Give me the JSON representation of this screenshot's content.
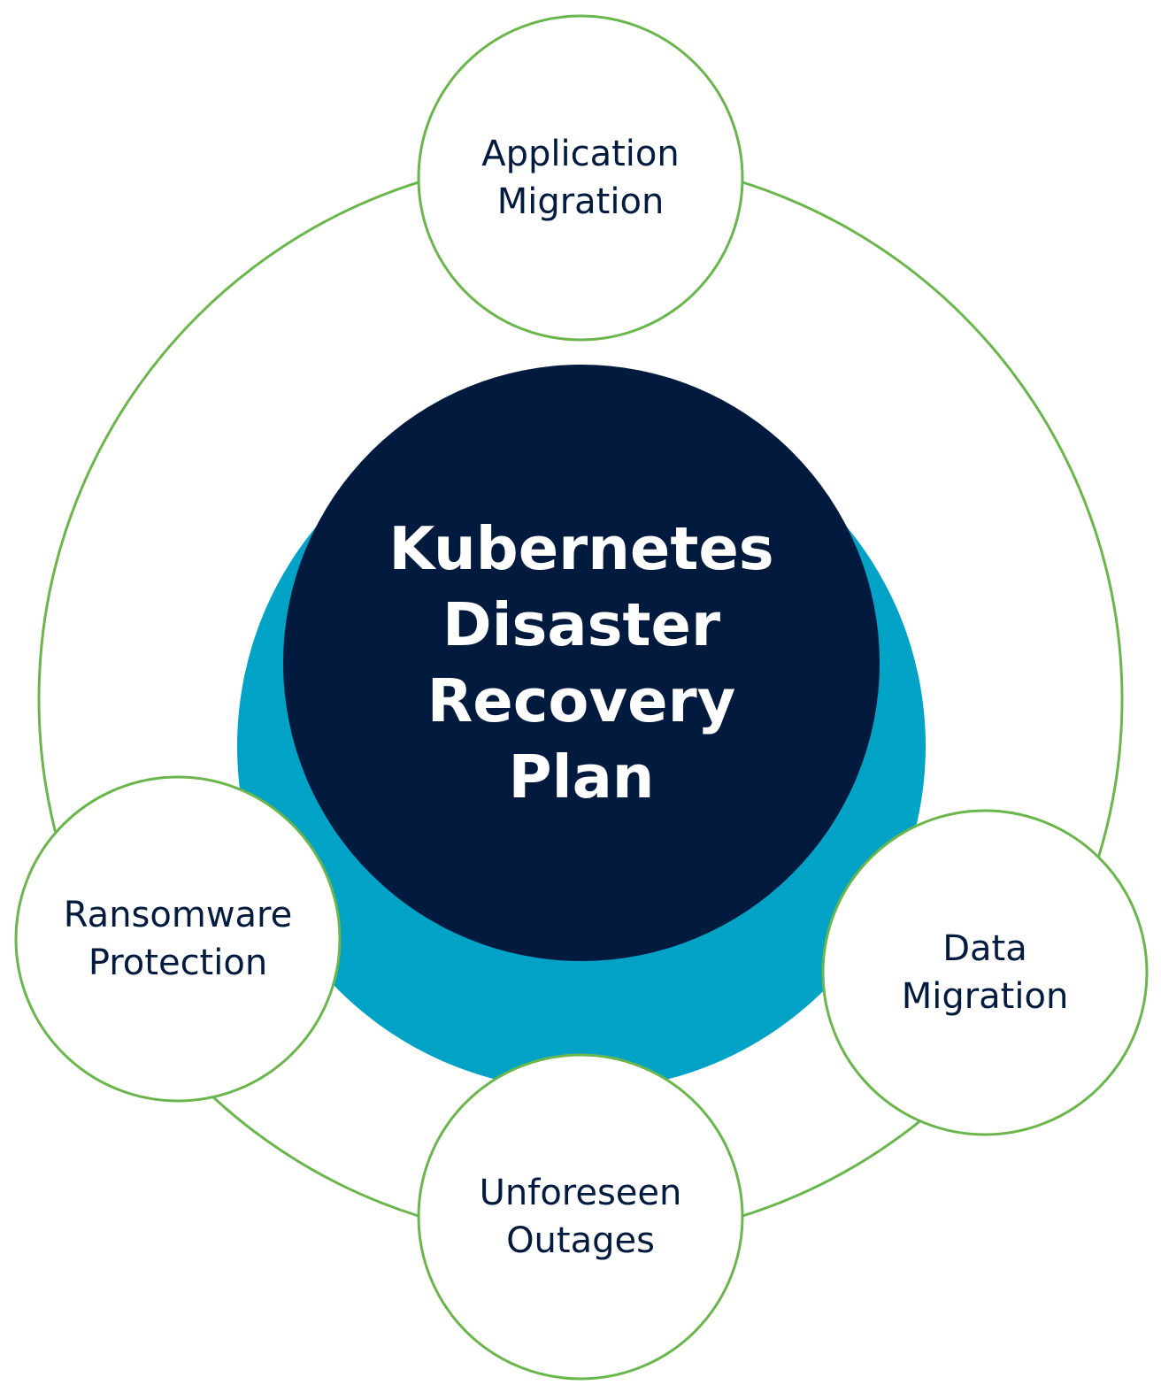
{
  "colors": {
    "navy": "#031a3f",
    "teal": "#00a2c6",
    "ring_green": "#6ab64c",
    "node_fill": "#ffffff"
  },
  "center": {
    "lines": [
      "Kubernetes",
      "Disaster",
      "Recovery",
      "Plan"
    ]
  },
  "nodes": {
    "top": {
      "lines": [
        "Application",
        "Migration"
      ]
    },
    "left": {
      "lines": [
        "Ransomware",
        "Protection"
      ]
    },
    "right": {
      "lines": [
        "Data",
        "Migration"
      ]
    },
    "bottom": {
      "lines": [
        "Unforeseen",
        "Outages"
      ]
    }
  }
}
